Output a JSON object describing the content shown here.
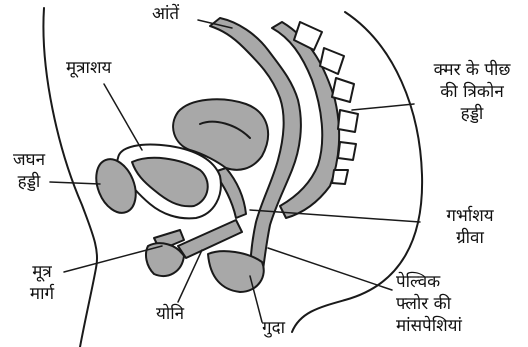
{
  "colors": {
    "stroke": "#1a1a1a",
    "organ": "#a8a8a8",
    "background": "#ffffff"
  },
  "labels": {
    "intestines": "आंतें",
    "bladder": "मूत्राशय",
    "tailbone_1": "क्मर के पीछ",
    "tailbone_2": "की त्रिकोन",
    "tailbone_3": "हड्डी",
    "pubic_bone_1": "जघन",
    "pubic_bone_2": "हड्डी",
    "cervix_1": "गर्भाशय",
    "cervix_2": "ग्रीवा",
    "urethra_1": "मूत्र",
    "urethra_2": "मार्ग",
    "vagina": "योनि",
    "anus": "गुदा",
    "pelvic_floor_1": "पेल्विक",
    "pelvic_floor_2": "फ्लोर की",
    "pelvic_floor_3": "मांसपेशियां"
  }
}
